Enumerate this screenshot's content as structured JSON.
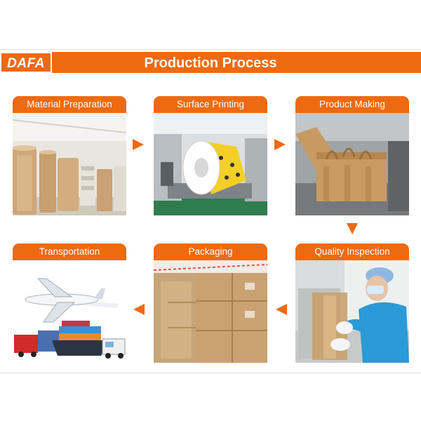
{
  "brand": {
    "logo_text": "DAFA",
    "accent": "#ee6a12"
  },
  "header": {
    "title": "Production Process"
  },
  "steps": [
    {
      "label": "Material Preparation"
    },
    {
      "label": "Surface Printing"
    },
    {
      "label": "Product Making"
    },
    {
      "label": "Quality Inspection"
    },
    {
      "label": "Packaging"
    },
    {
      "label": "Transportation"
    }
  ]
}
